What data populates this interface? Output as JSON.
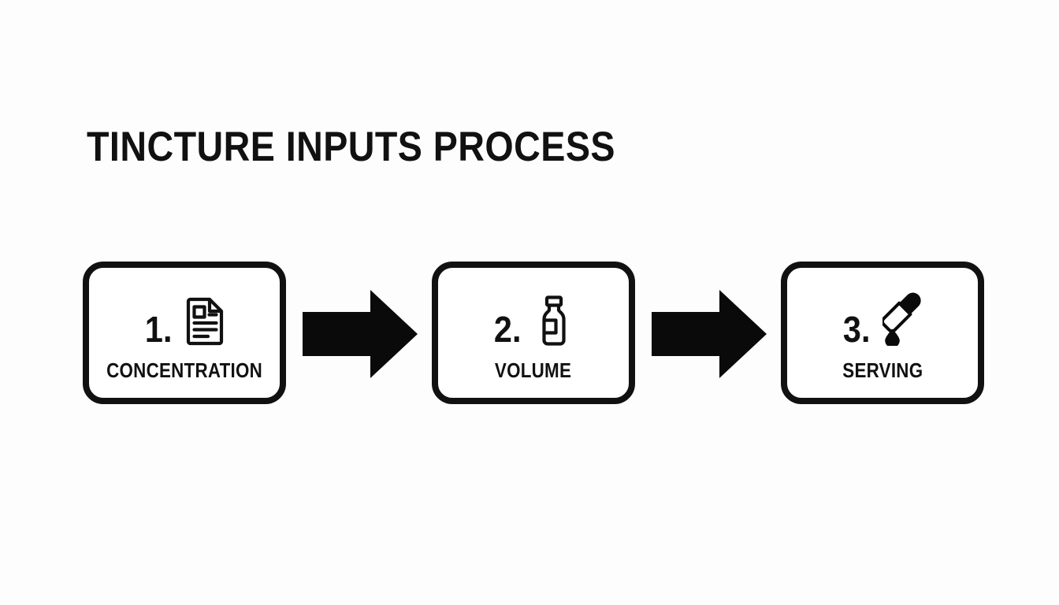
{
  "diagram": {
    "title": "TINCTURE INPUTS PROCESS",
    "background_color": "#fdfdfd",
    "ink_color": "#111111",
    "type": "linear-process-flow",
    "steps": [
      {
        "number": "1.",
        "label": "CONCENTRATION",
        "icon": "document-icon"
      },
      {
        "number": "2.",
        "label": "VOLUME",
        "icon": "bottle-vial-icon"
      },
      {
        "number": "3.",
        "label": "SERVING",
        "icon": "dropper-pipette-icon"
      }
    ],
    "connectors": [
      {
        "icon": "right-arrow-icon",
        "from": "1.",
        "to": "2."
      },
      {
        "icon": "right-arrow-icon",
        "from": "2.",
        "to": "3."
      }
    ]
  }
}
